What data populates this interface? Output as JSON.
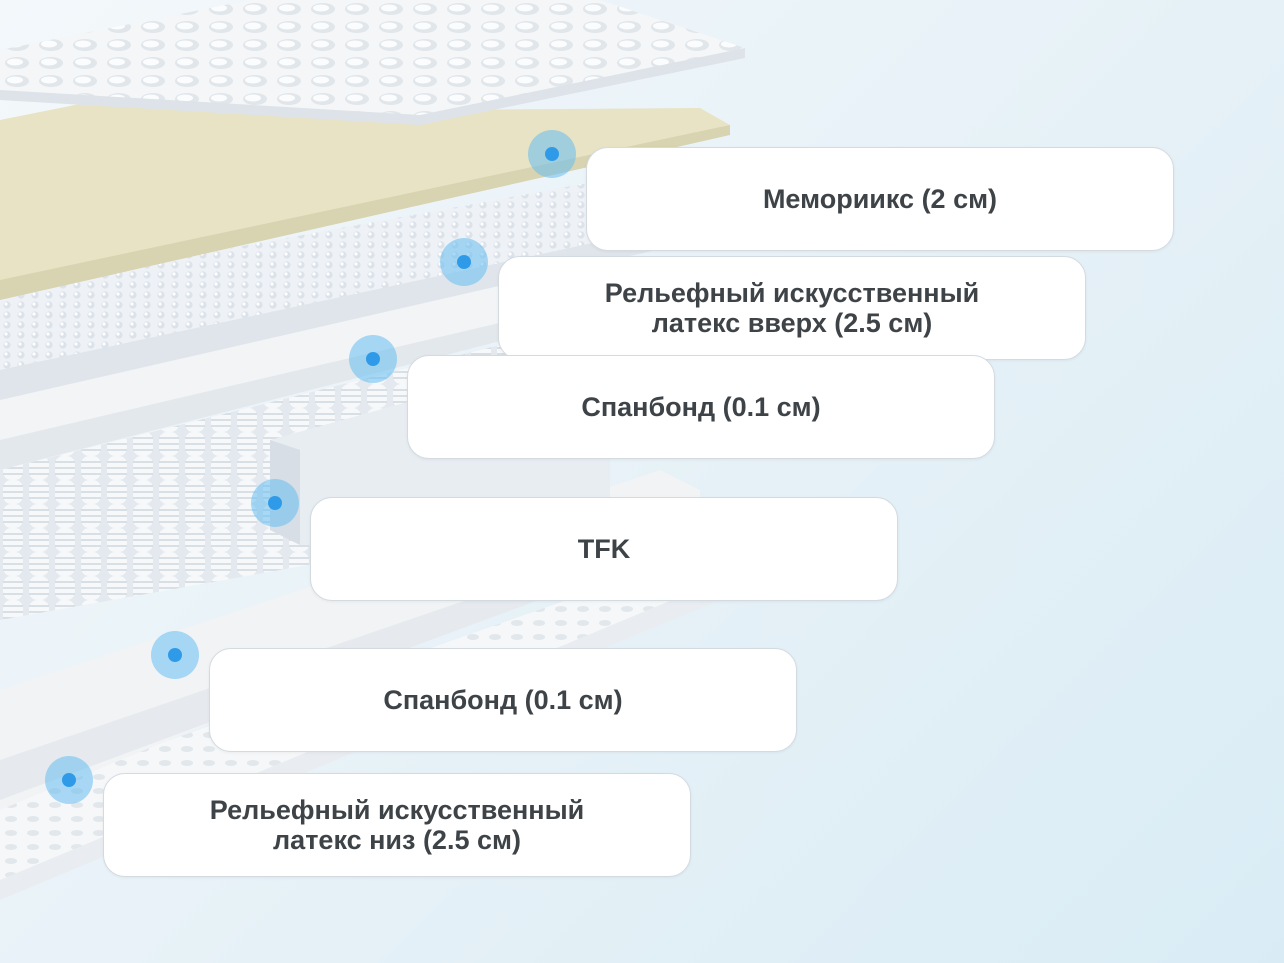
{
  "colors": {
    "accent_marker": "#2f9be8",
    "memory_foam": "#e8e3c4",
    "label_text": "#3e4347"
  },
  "layers": [
    {
      "id": "memorix",
      "text": "Мемориикс (2 см)"
    },
    {
      "id": "latex-top",
      "text": "Рельефный искусственный латекс вверх (2.5 см)"
    },
    {
      "id": "spunbond-top",
      "text": "Спанбонд (0.1 см)"
    },
    {
      "id": "tfk",
      "text": "TFK"
    },
    {
      "id": "spunbond-bottom",
      "text": "Спанбонд (0.1 см)"
    },
    {
      "id": "latex-bottom",
      "text": "Рельефный искусственный латекс низ (2.5 см)"
    }
  ]
}
